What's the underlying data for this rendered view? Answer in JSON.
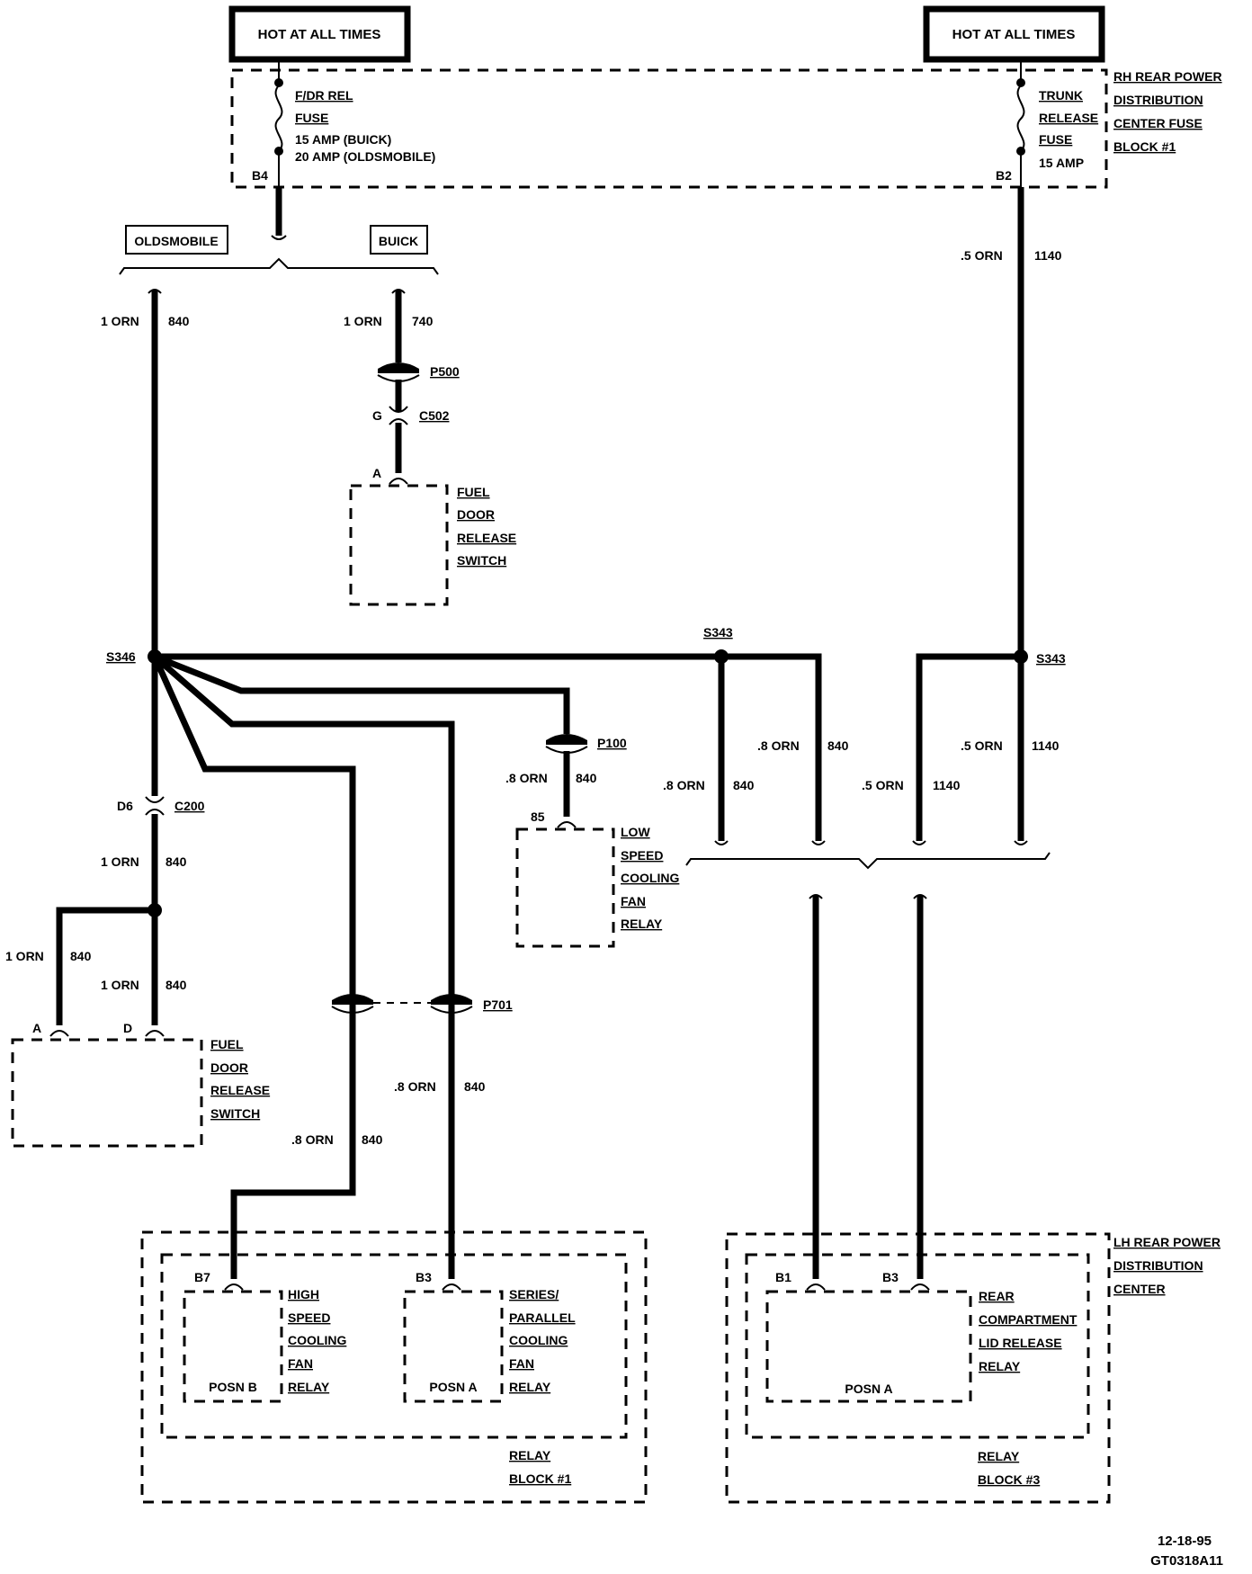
{
  "header": {
    "left_box": "HOT AT ALL TIMES",
    "right_box": "HOT AT ALL TIMES"
  },
  "fuse_block": {
    "title_lines": [
      "RH REAR POWER",
      "DISTRIBUTION",
      "CENTER FUSE",
      "BLOCK #1"
    ],
    "left_fuse_lines": [
      "F/DR REL",
      "FUSE",
      "15 AMP (BUICK)",
      "20 AMP (OLDSMOBILE)"
    ],
    "right_fuse_lines": [
      "TRUNK",
      "RELEASE",
      "FUSE",
      "15 AMP"
    ],
    "pin_left": "B4",
    "pin_right": "B2"
  },
  "variants": {
    "oldsmobile": "OLDSMOBILE",
    "buick": "BUICK"
  },
  "wires": {
    "w1": {
      "gauge": "1 ORN",
      "circuit": "840"
    },
    "w2": {
      "gauge": "1 ORN",
      "circuit": "740"
    },
    "w3": {
      "gauge": ".5 ORN",
      "circuit": "1140"
    },
    "w4": {
      "gauge": ".8 ORN",
      "circuit": "840"
    },
    "w5": {
      "gauge": ".8 ORN",
      "circuit": "840"
    },
    "w6": {
      "gauge": ".8 ORN",
      "circuit": "840"
    },
    "w7": {
      "gauge": ".5 ORN",
      "circuit": "1140"
    },
    "w8": {
      "gauge": ".5 ORN",
      "circuit": "1140"
    },
    "w9": {
      "gauge": "1 ORN",
      "circuit": "840"
    },
    "w10": {
      "gauge": "1 ORN",
      "circuit": "840"
    },
    "w11": {
      "gauge": "1 ORN",
      "circuit": "840"
    },
    "w12": {
      "gauge": ".8 ORN",
      "circuit": "840"
    },
    "w13": {
      "gauge": ".8 ORN",
      "circuit": "840"
    }
  },
  "connectors": {
    "p500": "P500",
    "c502": "C502",
    "c502_pin": "G",
    "fdrs_pin_a": "A",
    "s346": "S346",
    "s343_top": "S343",
    "s343_right": "S343",
    "p100": "P100",
    "p100_pin": "85",
    "c200": "C200",
    "c200_pin": "D6",
    "p701": "P701",
    "pin_a": "A",
    "pin_d": "D",
    "b7": "B7",
    "b3_left": "B3",
    "b1": "B1",
    "b3_right": "B3"
  },
  "components": {
    "fdrs_top_lines": [
      "FUEL",
      "DOOR",
      "RELEASE",
      "SWITCH"
    ],
    "fdrs_left_lines": [
      "FUEL",
      "DOOR",
      "RELEASE",
      "SWITCH"
    ],
    "low_relay_lines": [
      "LOW",
      "SPEED",
      "COOLING",
      "FAN",
      "RELAY"
    ],
    "high_relay_lines": [
      "HIGH",
      "SPEED",
      "COOLING",
      "FAN",
      "RELAY"
    ],
    "high_relay_posn": "POSN B",
    "series_relay_lines": [
      "SERIES/",
      "PARALLEL",
      "COOLING",
      "FAN",
      "RELAY"
    ],
    "series_relay_posn": "POSN A",
    "relay_block1_lines": [
      "RELAY",
      "BLOCK #1"
    ],
    "lh_title_lines": [
      "LH REAR POWER",
      "DISTRIBUTION",
      "CENTER"
    ],
    "rear_relay_lines": [
      "REAR",
      "COMPARTMENT",
      "LID RELEASE",
      "RELAY"
    ],
    "rear_relay_posn": "POSN A",
    "relay_block3_lines": [
      "RELAY",
      "BLOCK #3"
    ]
  },
  "footer": {
    "date": "12-18-95",
    "code": "GT0318A11"
  }
}
